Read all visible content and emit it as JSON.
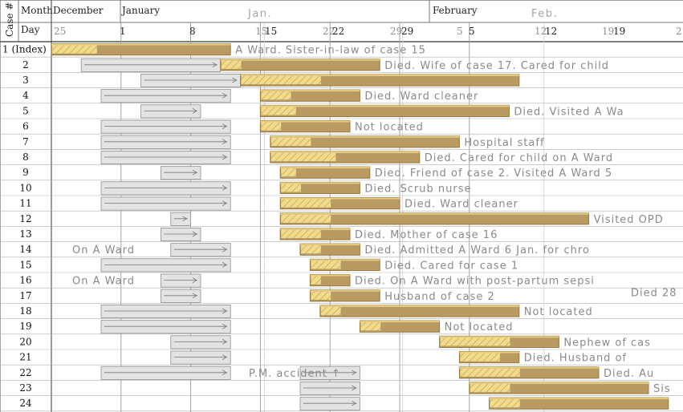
{
  "chart_data": {
    "type": "timeline",
    "header": {
      "case_label": "Case #",
      "month_label": "Month",
      "day_label": "Day",
      "months": [
        "December",
        "January",
        "February"
      ],
      "month_stamps": [
        "Jan.",
        "Feb."
      ],
      "day_ticks": [
        "25",
        "1",
        "8",
        "15",
        "15",
        "22",
        "22",
        "29",
        "29",
        "5",
        "5",
        "12",
        "12",
        "19",
        "19",
        "2"
      ]
    },
    "x_unit": "day index (Dec 25 = 0)",
    "cases": [
      {
        "label": "1 (Index)",
        "grey": [],
        "ill": [
          0,
          18
        ],
        "hatch": 4.5,
        "note": "A Ward. Sister-in-law of case 15"
      },
      {
        "label": "2",
        "grey": [
          [
            3,
            17
          ]
        ],
        "ill": [
          17,
          33
        ],
        "hatch": 2,
        "note": "Died.  Wife of case 17. Cared for child"
      },
      {
        "label": "3",
        "grey": [
          [
            9,
            19
          ]
        ],
        "ill": [
          19,
          47
        ],
        "hatch": 8,
        "note": ""
      },
      {
        "label": "4",
        "grey": [
          [
            5,
            18
          ]
        ],
        "ill": [
          21,
          31
        ],
        "hatch": 3,
        "note": "Died.  Ward cleaner"
      },
      {
        "label": "5",
        "grey": [
          [
            9,
            15
          ]
        ],
        "ill": [
          21,
          46
        ],
        "hatch": 3.5,
        "note": "Died.  Visited A Wa"
      },
      {
        "label": "6",
        "grey": [
          [
            5,
            18
          ]
        ],
        "ill": [
          21,
          30
        ],
        "hatch": 2,
        "note": "Not located"
      },
      {
        "label": "7",
        "grey": [
          [
            5,
            18
          ]
        ],
        "ill": [
          22,
          41
        ],
        "hatch": 4,
        "note": "Hospital staff"
      },
      {
        "label": "8",
        "grey": [
          [
            5,
            18
          ]
        ],
        "ill": [
          22,
          37
        ],
        "hatch": 6.5,
        "note": "Died.  Cared for child on A Ward"
      },
      {
        "label": "9",
        "grey": [
          [
            11,
            15
          ]
        ],
        "ill": [
          23,
          32
        ],
        "hatch": 1.5,
        "note": "Died.  Friend of case 2. Visited A Ward 5"
      },
      {
        "label": "10",
        "grey": [
          [
            5,
            18
          ]
        ],
        "ill": [
          23,
          31
        ],
        "hatch": 2,
        "note": "Died.  Scrub nurse"
      },
      {
        "label": "11",
        "grey": [
          [
            5,
            18
          ]
        ],
        "ill": [
          23,
          35
        ],
        "hatch": 5,
        "note": "Died.  Ward cleaner"
      },
      {
        "label": "12",
        "grey": [
          [
            12,
            14
          ]
        ],
        "ill": [
          23,
          54
        ],
        "hatch": 5,
        "note": "Visited OPD"
      },
      {
        "label": "13",
        "grey": [
          [
            11,
            15
          ]
        ],
        "ill": [
          23,
          30
        ],
        "hatch": 4,
        "note": "Died.  Mother of case 16"
      },
      {
        "label": "14",
        "grey": [
          [
            12,
            18
          ]
        ],
        "ill": [
          25,
          31
        ],
        "hatch": 2,
        "note": "Died.  Admitted A Ward 6 Jan. for chro",
        "side": "On A Ward"
      },
      {
        "label": "15",
        "grey": [
          [
            5,
            18
          ]
        ],
        "ill": [
          26,
          33
        ],
        "hatch": 3,
        "note": "Died.  Cared for case 1"
      },
      {
        "label": "16",
        "grey": [
          [
            11,
            15
          ]
        ],
        "ill": [
          26,
          30
        ],
        "hatch": 1,
        "note": "Died.  On A Ward with post-partum sepsi",
        "side": "On A Ward",
        "extra": "Died 28"
      },
      {
        "label": "17",
        "grey": [
          [
            11,
            15
          ]
        ],
        "ill": [
          26,
          33
        ],
        "hatch": 2,
        "note": "Husband of case 2"
      },
      {
        "label": "18",
        "grey": [
          [
            5,
            18
          ]
        ],
        "ill": [
          27,
          47
        ],
        "hatch": 2,
        "note": "Not located"
      },
      {
        "label": "19",
        "grey": [
          [
            5,
            18
          ]
        ],
        "ill": [
          31,
          39
        ],
        "hatch": 2,
        "note": "Not located"
      },
      {
        "label": "20",
        "grey": [
          [
            12,
            18
          ]
        ],
        "ill": [
          39,
          51
        ],
        "hatch": 7,
        "note": "Nephew of cas"
      },
      {
        "label": "21",
        "grey": [
          [
            12,
            18
          ]
        ],
        "ill": [
          41,
          47
        ],
        "hatch": 4,
        "note": "Died.  Husband of"
      },
      {
        "label": "22",
        "grey": [
          [
            5,
            18
          ],
          [
            25,
            31
          ]
        ],
        "ill": [
          41,
          55
        ],
        "hatch": 6,
        "note": "Died.  Au",
        "side2": "P.M. accident"
      },
      {
        "label": "23",
        "grey": [
          [
            25,
            31
          ]
        ],
        "ill": [
          42,
          60
        ],
        "hatch": 4,
        "note": "Sis"
      },
      {
        "label": "24",
        "grey": [
          [
            25,
            31
          ]
        ],
        "ill": [
          44,
          62
        ],
        "hatch": 3,
        "note": ""
      }
    ],
    "colors": {
      "ill_fill": "#b89a62",
      "ill_border": "#9a7a3a",
      "hatch_fill": "#f1dc8d",
      "grey_fill": "#e3e3e3",
      "grid": "#9a9a9a"
    }
  }
}
